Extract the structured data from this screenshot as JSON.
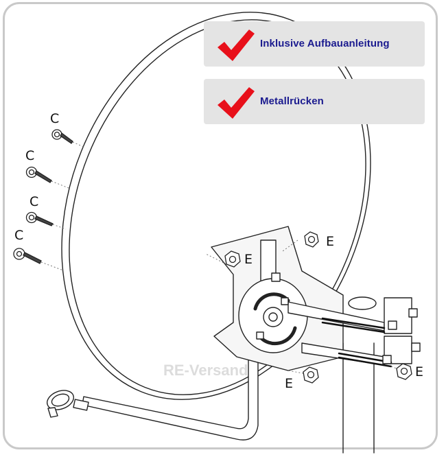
{
  "badges": [
    {
      "text": "Inklusive Aufbauanleitung",
      "icon": "checkmark-icon"
    },
    {
      "text": "Metallrücken",
      "icon": "checkmark-icon"
    }
  ],
  "labels": {
    "screws": "C",
    "nuts": "E"
  },
  "watermark": "RE-Versand",
  "colors": {
    "badge_text": "#1b1b8f",
    "check": "#e8101a",
    "badge_bg": "#e4e4e4",
    "frame": "#c9c9c9"
  }
}
